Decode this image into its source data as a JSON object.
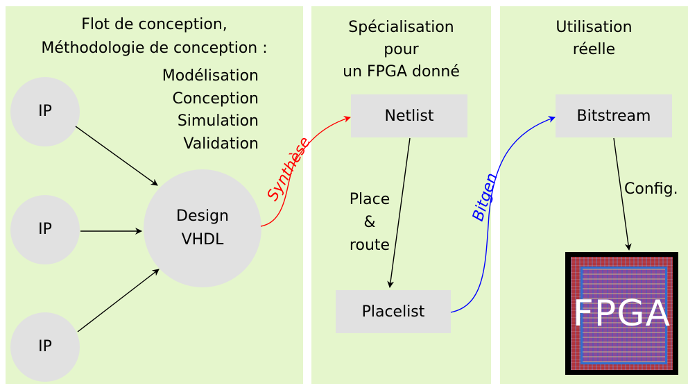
{
  "panels": {
    "design": {
      "title_line1": "Flot de conception,",
      "title_line2": "Méthodologie de conception :",
      "steps": [
        "Modélisation",
        "Conception",
        "Simulation",
        "Validation"
      ],
      "ip_nodes": [
        "IP",
        "IP",
        "IP"
      ],
      "design_node_line1": "Design",
      "design_node_line2": "VHDL"
    },
    "specialisation": {
      "title_line1": "Spécialisation",
      "title_line2": "pour",
      "title_line3": "un FPGA donné",
      "netlist": "Netlist",
      "placelist": "Placelist",
      "place_route_line1": "Place",
      "place_route_line2": "&",
      "place_route_line3": "route"
    },
    "usage": {
      "title_line1": "Utilisation",
      "title_line2": "réelle",
      "bitstream": "Bitstream",
      "config": "Config.",
      "chip_label": "FPGA"
    }
  },
  "transitions": {
    "synthese": "Synthèse",
    "bitgen": "Bitgen"
  },
  "colors": {
    "panel_bg": "#e5f6cc",
    "node_bg": "#e1e1e1",
    "synthese": "#ff0000",
    "bitgen": "#0000ff"
  }
}
